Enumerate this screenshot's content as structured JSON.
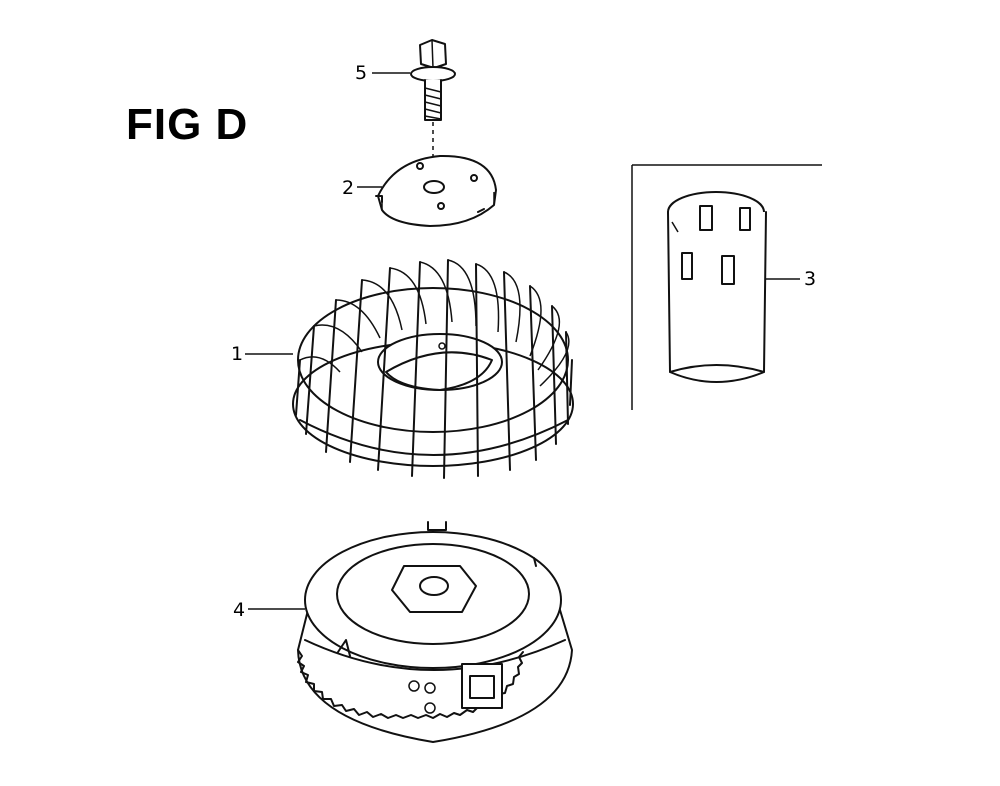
{
  "figure": {
    "title": "FIG D",
    "callouts": [
      {
        "id": "callout-1",
        "text": "1"
      },
      {
        "id": "callout-2",
        "text": "2"
      },
      {
        "id": "callout-3",
        "text": "3"
      },
      {
        "id": "callout-4",
        "text": "4"
      },
      {
        "id": "callout-5",
        "text": "5"
      }
    ]
  },
  "icons": [
    "bolt-part-icon",
    "washer-plate-part-icon",
    "cooling-fan-part-icon",
    "collar-sleeve-part-icon",
    "flywheel-part-icon"
  ]
}
